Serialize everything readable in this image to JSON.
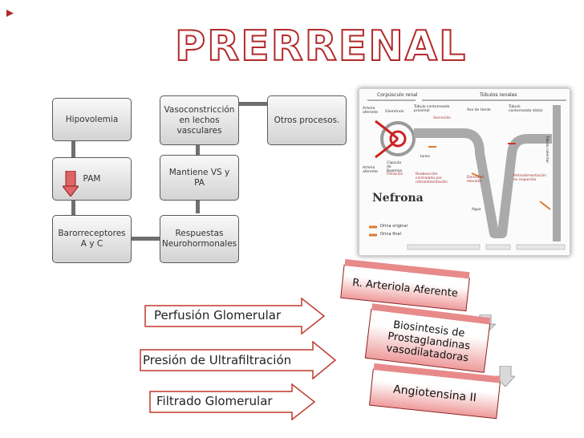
{
  "title": "PRERRENAL",
  "flow_boxes": {
    "hipovolemia": "Hipovolemia",
    "vasoconstriccion": "Vasoconstricción en lechos vasculares",
    "otros": "Otros procesos.",
    "pam": "PAM",
    "mantiene": "Mantiene VS y PA",
    "barorreceptores": "Barorreceptores A y C",
    "respuestas": "Respuestas Neurohormonales"
  },
  "nephron": {
    "title": "Nefrona",
    "labels": {
      "corpusculo": "Corpúsculo renal",
      "tubulos": "Túbulos renales",
      "arteria_aferente_top": "Arteria aferente",
      "glomerulo": "Glomérulo",
      "tubulo_proximal": "Túbulo contorneado proximal",
      "asa_henle": "Asa de Henle",
      "tubulo_distal": "Túbulo contorneado distal",
      "secrecion": "Secreción",
      "arteria_aferente": "Arteria aferente",
      "capsula": "Cápsula de Bowman",
      "filtracion": "Filtración",
      "reabsorcion": "Reabsorción controlada por retroalimentación",
      "densidad": "Densidad elevada",
      "agua": "Agua",
      "iones": "Iones",
      "reabsorcion_necesario": "Retroalimentación es requerida",
      "orina_original": "Orina original",
      "orina_final": "Orina final",
      "tubulo_colector": "Túbulo colector"
    }
  },
  "arrows": {
    "perfusion": "Perfusión Glomerular",
    "presion": "Presión de Ultrafiltración",
    "filtrado": "Filtrado Glomerular"
  },
  "red_boxes": {
    "arteriola": "R. Arteriola Aferente",
    "biosintesis": "Biosintesis de Prostaglandinas vasodilatadoras",
    "angiotensina": "Angiotensina II"
  },
  "colors": {
    "title_outline": "#b22a2a",
    "arrow_border": "#c0392b",
    "box_border": "#5a5a5a",
    "bullet": "#b22a2a"
  }
}
